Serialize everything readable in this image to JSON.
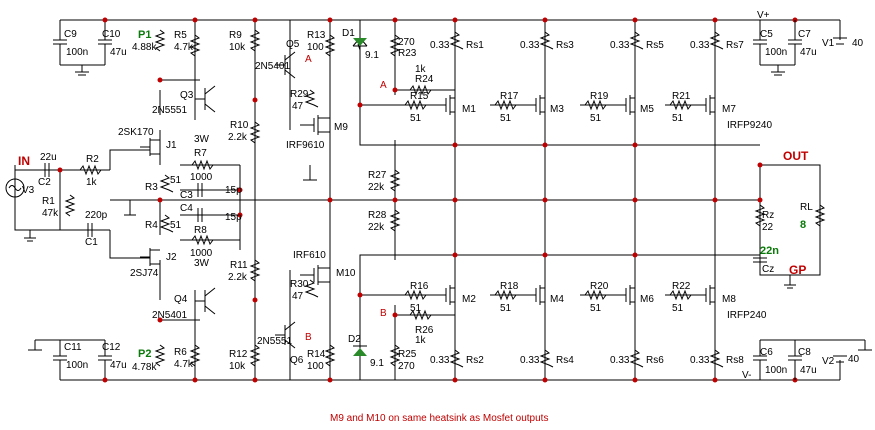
{
  "labels": {
    "in": "IN",
    "out": "OUT",
    "gp": "GP",
    "vplus": "V+",
    "vminus": "V-",
    "p1": "P1",
    "p2": "P2",
    "p1v": "4.88k",
    "p2v": "4.78k",
    "rl": "RL",
    "rlv": "8",
    "cz22n": "22n",
    "a": "A",
    "b": "B"
  },
  "components": {
    "c9": "C9",
    "c9v": "100n",
    "c10": "C10",
    "c10v": "47u",
    "c11": "C11",
    "c11v": "100n",
    "c12": "C12",
    "c12v": "47u",
    "c5": "C5",
    "c5v": "100n",
    "c7": "C7",
    "c7v": "47u",
    "c6": "C6",
    "c6v": "100n",
    "c8": "C8",
    "c8v": "47u",
    "v1": "V1",
    "v1v": "40",
    "v2": "V2",
    "v2v": "40",
    "v3": "V3",
    "r5": "R5",
    "r5v": "4.7k",
    "r6": "R6",
    "r6v": "4.7k",
    "r9": "R9",
    "r9v": "10k",
    "r12": "R12",
    "r12v": "10k",
    "q5": "Q5",
    "q5v": "2N5401",
    "q6": "Q6",
    "q6v": "2N5551",
    "q3": "Q3",
    "q3v": "2N5551",
    "q4": "Q4",
    "q4v": "2N5401",
    "r13": "R13",
    "r13v": "100",
    "r14": "R14",
    "r14v": "100",
    "d1": "D1",
    "d1v": "9.1",
    "d2": "D2",
    "d2v": "9.1",
    "r23": "R23",
    "r23v": "270",
    "r25": "R25",
    "r25v": "270",
    "r29": "R29",
    "r29v": "47",
    "r30": "R30",
    "r30v": "47",
    "m9": "M9",
    "m9v": "IRF9610",
    "m10": "M10",
    "m10v": "IRF610",
    "r10": "R10",
    "r10v": "2.2k",
    "r11": "R11",
    "r11v": "2.2k",
    "j1": "J1",
    "j1v": "2SK170",
    "j2": "J2",
    "j2v": "2SJ74",
    "r7": "R7",
    "r7v": "1000",
    "r7p": "3W",
    "r8": "R8",
    "r8v": "1000",
    "r8p": "3W",
    "r3": "R3",
    "r3v": "51",
    "r4": "R4",
    "r4v": "51",
    "c3": "C3",
    "c4": "C4",
    "c3v": "15p",
    "c4v": "15p",
    "c2": "C2",
    "c2v": "22u",
    "c1": "C1",
    "c1v": "220p",
    "r2": "R2",
    "r2v": "1k",
    "r1": "R1",
    "r1v": "47k",
    "r27": "R27",
    "r27v": "22k",
    "r28": "R28",
    "r28v": "22k",
    "r24": "R24",
    "r24v": "1k",
    "r26": "R26",
    "r26v": "1k",
    "r15": "R15",
    "r15v": "51",
    "r16": "R16",
    "r16v": "51",
    "r17": "R17",
    "r17v": "51",
    "r18": "R18",
    "r18v": "51",
    "r19": "R19",
    "r19v": "51",
    "r20": "R20",
    "r20v": "51",
    "r21": "R21",
    "r21v": "51",
    "r22": "R22",
    "r22v": "51",
    "m1": "M1",
    "m2": "M2",
    "m3": "M3",
    "m4": "M4",
    "m5": "M5",
    "m6": "M6",
    "m7": "M7",
    "m7v": "IRFP9240",
    "m8": "M8",
    "m8v": "IRFP240",
    "rs1": "Rs1",
    "rs2": "Rs2",
    "rs3": "Rs3",
    "rs4": "Rs4",
    "rs5": "Rs5",
    "rs6": "Rs6",
    "rs7": "Rs7",
    "rs8": "Rs8",
    "rsv": "0.33",
    "rz": "Rz",
    "rzv": "22",
    "cz": "Cz"
  },
  "note": "M9 and M10 on same heatsink as Mosfet outputs"
}
